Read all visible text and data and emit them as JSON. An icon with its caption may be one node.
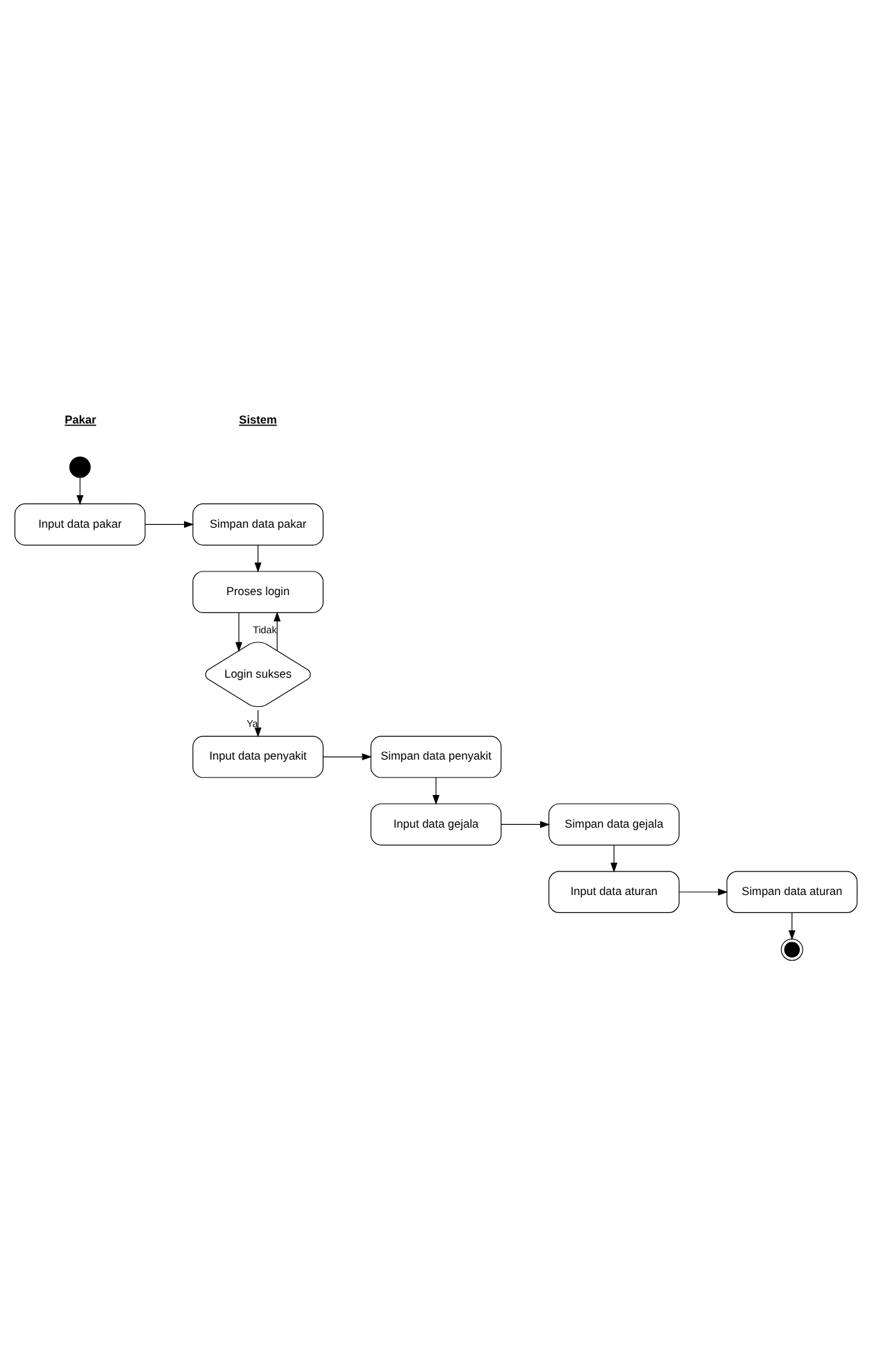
{
  "diagram": {
    "nodes": [
      {
        "text": [],
        "shape": "circle"
      },
      {
        "text": [
          "Input data pakar"
        ]
      },
      {
        "text": [
          "Simpan data pakar"
        ]
      },
      {
        "text": [
          "Proses login"
        ]
      },
      {
        "text": [
          "Login sukses"
        ]
      },
      {
        "text": [
          "Input data penyakit"
        ]
      },
      {
        "text": [
          "Simpan data penyakit"
        ]
      },
      {
        "text": [
          "Input data gejala"
        ]
      },
      {
        "text": [
          "Simpan data gejala"
        ]
      },
      {
        "text": [
          "Input data aturan"
        ]
      },
      {
        "text": [
          "Simpan data aturan"
        ]
      },
      {
        "text": [],
        "shape": "circle"
      }
    ],
    "edges": [
      {
        "from": 0,
        "to": 1,
        "arrow": "to"
      },
      {
        "from": 1,
        "to": 2,
        "arrow": "to"
      },
      {
        "from": 2,
        "to": 3,
        "arrow": "to"
      },
      {
        "from": 3,
        "to": 4,
        "arrow": "to"
      },
      {
        "from": 4,
        "to": 3,
        "arrow": "to",
        "label": "Tidak"
      },
      {
        "from": 4,
        "to": 5,
        "arrow": "to",
        "label": "Ya"
      },
      {
        "from": 5,
        "to": 6,
        "arrow": "to"
      },
      {
        "from": 6,
        "to": 7,
        "arrow": "to"
      },
      {
        "from": 7,
        "to": 8,
        "arrow": "to"
      },
      {
        "from": 8,
        "to": 9,
        "arrow": "to"
      },
      {
        "from": 9,
        "to": 10,
        "arrow": "to"
      },
      {
        "from": 10,
        "to": 11,
        "arrow": "to"
      }
    ],
    "labels": [
      "Pakar",
      "Sistem"
    ]
  }
}
